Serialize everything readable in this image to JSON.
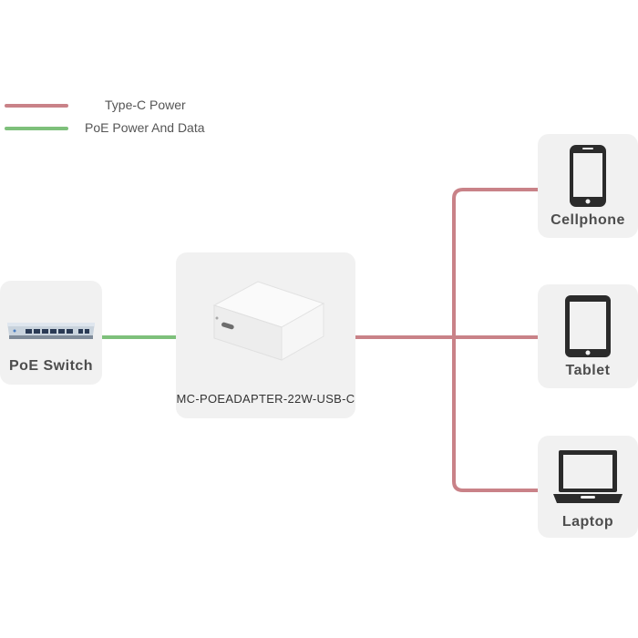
{
  "legend": {
    "items": [
      {
        "label": "Type-C Power",
        "color": "#c98288"
      },
      {
        "label": "PoE Power And Data",
        "color": "#7ec07b"
      }
    ]
  },
  "nodes": {
    "poe_switch": {
      "label": "PoE Switch",
      "icon": "network-switch-icon"
    },
    "adapter": {
      "label": "MC-POEADAPTER-22W-USB-C",
      "icon": "poe-adapter-icon"
    },
    "cellphone": {
      "label": "Cellphone",
      "icon": "cellphone-icon"
    },
    "tablet": {
      "label": "Tablet",
      "icon": "tablet-icon"
    },
    "laptop": {
      "label": "Laptop",
      "icon": "laptop-icon"
    }
  },
  "edges": [
    {
      "from": "poe_switch",
      "to": "adapter",
      "type": "PoE Power And Data"
    },
    {
      "from": "adapter",
      "to": "cellphone",
      "type": "Type-C Power"
    },
    {
      "from": "adapter",
      "to": "tablet",
      "type": "Type-C Power"
    },
    {
      "from": "adapter",
      "to": "laptop",
      "type": "Type-C Power"
    }
  ],
  "colors": {
    "card_background": "#f1f1f1",
    "type_c_power": "#c98288",
    "poe_power_data": "#7ec07b",
    "icon_dark": "#2b2b2b"
  }
}
